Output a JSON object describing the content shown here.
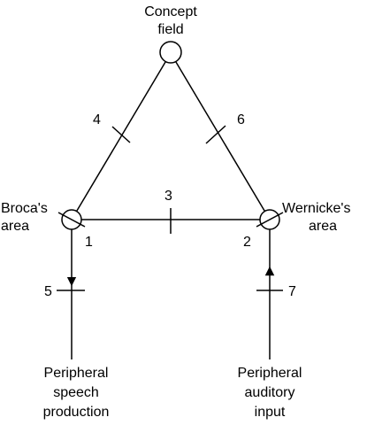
{
  "diagram": {
    "nodes": {
      "concept": {
        "line1": "Concept",
        "line2": "field"
      },
      "broca": {
        "line1": "Broca's",
        "line2": "area",
        "number": "1"
      },
      "wernicke": {
        "line1": "Wernicke's",
        "line2": "area",
        "number": "2"
      }
    },
    "links": {
      "broca_wernicke": "3",
      "broca_concept": "4",
      "speech_output": "5",
      "wernicke_concept": "6",
      "auditory_input": "7"
    },
    "terminals": {
      "speech": {
        "line1": "Peripheral",
        "line2": "speech",
        "line3": "production"
      },
      "auditory": {
        "line1": "Peripheral",
        "line2": "auditory",
        "line3": "input"
      }
    },
    "colors": {
      "stroke": "#000000",
      "node_fill": "#ffffff"
    }
  }
}
